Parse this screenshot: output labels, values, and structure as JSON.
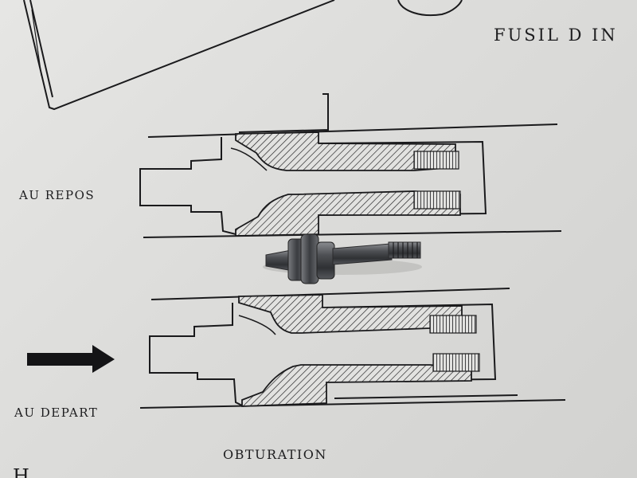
{
  "figure": {
    "title": "FUSIL D IN",
    "label_rest": "AU REPOS",
    "label_start": "AU DEPART",
    "label_caption": "OBTURATION"
  },
  "colors": {
    "paper": "#dddddb",
    "ink": "#1a1a1c",
    "metal": "#5a5c60"
  },
  "objects": {
    "physical_part": "firing-pin-part"
  }
}
